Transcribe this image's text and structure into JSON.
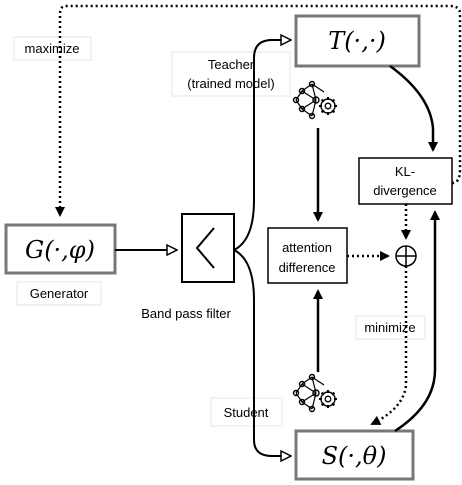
{
  "nodes": {
    "teacher_model": "T(·,·)",
    "teacher_label_line1": "Teacher",
    "teacher_label_line2": "(trained model)",
    "generator": "G(·,φ)",
    "generator_caption": "Generator",
    "band_pass_filter": "Band pass filter",
    "kl_line1": "KL-",
    "kl_line2": "divergence",
    "attention_line1": "attention",
    "attention_line2": "difference",
    "student_label": "Student",
    "student_model": "S(·,θ)"
  },
  "edge_labels": {
    "maximize": "maximize",
    "minimize": "minimize"
  },
  "icons": [
    "neural-network-gear-icon",
    "neural-network-gear-icon"
  ]
}
